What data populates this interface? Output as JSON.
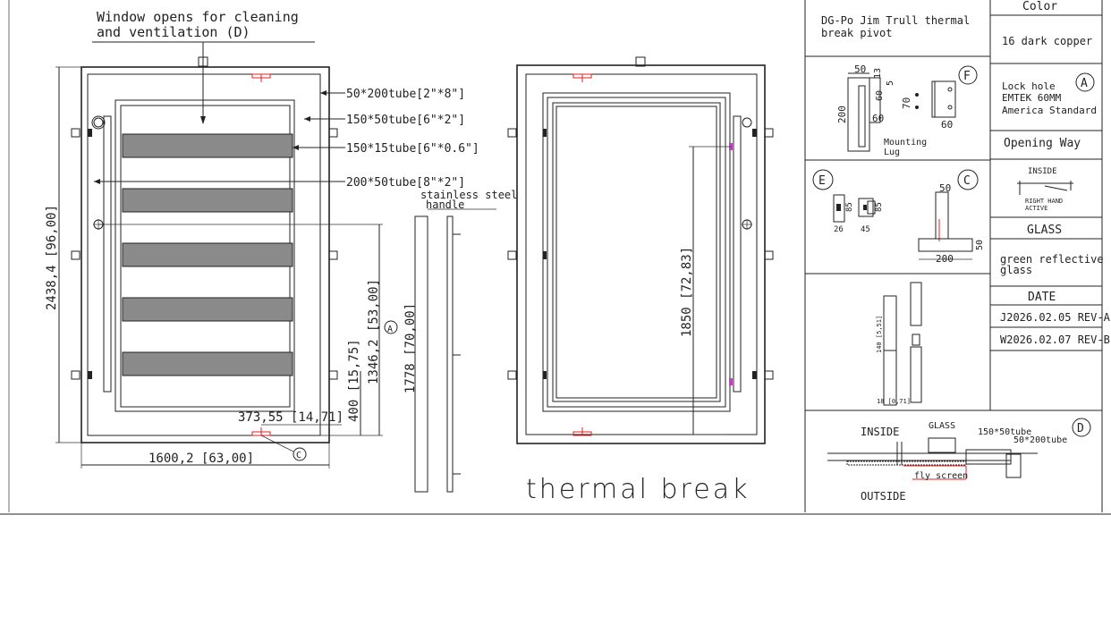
{
  "drawing": {
    "callout_window": "Window opens for cleaning",
    "callout_window_2": "and ventilation (D)",
    "labels": {
      "tube_frame": "50*200tube[2\"*8\"]",
      "tube_sash": "150*50tube[6\"*2\"]",
      "tube_slat": "150*15tube[6\"*0.6\"]",
      "tube_outer": "200*50tube[8\"*2\"]",
      "handle_1": "stainless steel",
      "handle_2": "handle"
    },
    "dims": {
      "height_total": "2438,4 [96,00]",
      "width_total": "1600,2 [63,00]",
      "handle_height": "1346,2 [53,00]",
      "handle_length": "1778 [70,00]",
      "bottom_offset": "400 [15,75]",
      "side_offset": "373,55 [14,71]",
      "glass_height": "1850 [72,83]"
    },
    "markers": {
      "a": "A",
      "c": "C",
      "d": "D",
      "e": "E",
      "f": "F"
    },
    "thermal_text": "thermal break"
  },
  "details": {
    "f": {
      "d50": "50",
      "d13": "13",
      "d5": "5",
      "d60a": "60",
      "d70": "70",
      "d60b": "60",
      "d60c": "60",
      "d200": "200",
      "caption_1": "Mounting",
      "caption_2": "Lug"
    },
    "e": {
      "d85a": "85",
      "d26": "26",
      "d45": "45",
      "d85b": "85"
    },
    "c": {
      "d50a": "50",
      "d50b": "50",
      "d200": "200"
    },
    "hinge": {
      "d140": "140 [5,51]",
      "d18": "18 [0,71]"
    },
    "d": {
      "inside": "INSIDE",
      "outside": "OUTSIDE",
      "glass": "GLASS",
      "tube_a": "150*50tube",
      "tube_b": "50*200tube",
      "fly_screen": "fly screen"
    }
  },
  "titleblock": {
    "color_header": "Color",
    "product_1": "DG-Po Jim Trull thermal",
    "product_2": "break pivot",
    "color_value": "16 dark copper",
    "lock_1": "Lock hole",
    "lock_2": "EMTEK 60MM",
    "lock_3": "America Standard",
    "opening_header": "Opening Way",
    "opening_inside": "INSIDE",
    "opening_right_1": "RIGHT HAND",
    "opening_right_2": "ACTIVE",
    "glass_header": "GLASS",
    "glass_1": "green reflective",
    "glass_2": "glass",
    "date_header": "DATE",
    "rev_a": "J2026.02.05 REV-A",
    "rev_b": "W2026.02.07 REV-B"
  }
}
